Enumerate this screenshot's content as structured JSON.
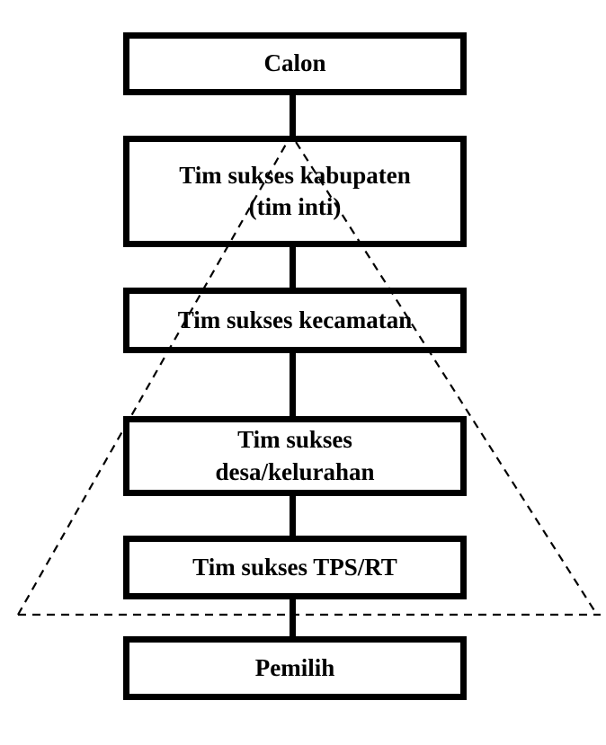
{
  "nodes": [
    {
      "label": "Calon"
    },
    {
      "label": "Tim sukses kabupaten",
      "sublabel": "(tim inti)"
    },
    {
      "label": "Tim sukses kecamatan"
    },
    {
      "label": "Tim sukses",
      "sublabel": "desa/kelurahan"
    },
    {
      "label": "Tim sukses TPS/RT"
    },
    {
      "label": "Pemilih"
    }
  ]
}
